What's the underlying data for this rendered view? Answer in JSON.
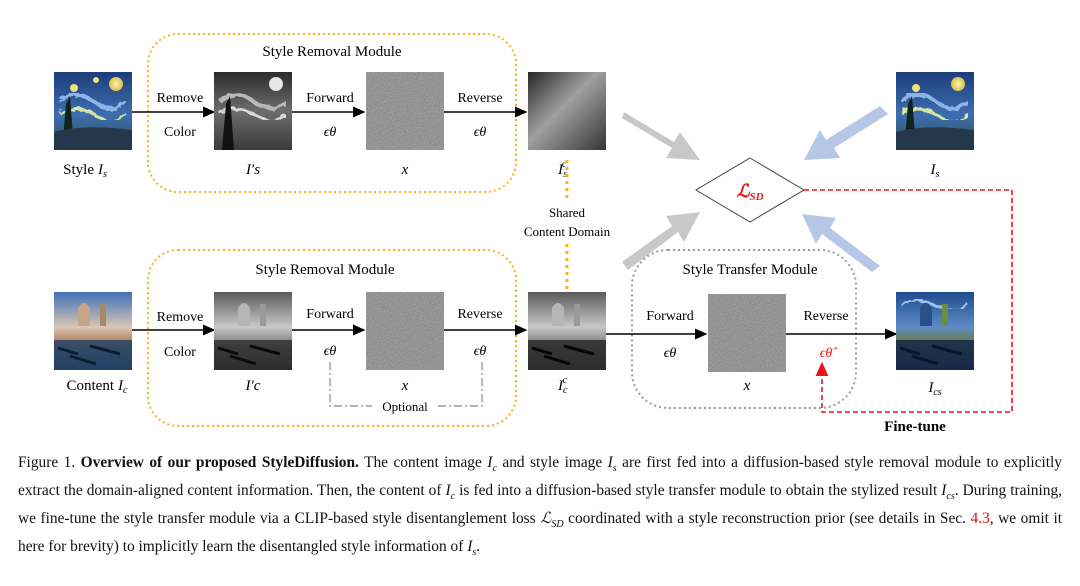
{
  "figure": {
    "top_module_title": "Style Removal Module",
    "bottom_module_title": "Style Removal Module",
    "transfer_module_title": "Style Transfer Module",
    "remove": "Remove",
    "color": "Color",
    "forward": "Forward",
    "reverse": "Reverse",
    "eps_theta": "ϵθ",
    "eps_theta_hat": "ϵθ̂",
    "x": "x",
    "style_label": "Style",
    "style_sym": "I",
    "style_sub": "s",
    "content_label": "Content",
    "content_sym": "I",
    "content_sub": "c",
    "is_prime": "I′s",
    "ic_prime": "I′c",
    "is_c": "Ics",
    "ic_c": "Icc",
    "is_right": "Is",
    "ics": "Ics",
    "shared_line1": "Shared",
    "shared_line2": "Content Domain",
    "optional": "Optional",
    "loss": "ℒSD",
    "finetune": "Fine-tune"
  },
  "caption": {
    "figure_no": "Figure 1.",
    "title": "Overview of our proposed StyleDiffusion.",
    "body_1": "The content image",
    "body_2": "and style image",
    "body_3": "are first fed into a diffusion-based style removal module to explicitly extract the domain-aligned content information. Then, the content of",
    "body_4": "is fed into a diffusion-based style transfer module to obtain the stylized result",
    "body_5": ". During training, we fine-tune the style transfer module via a CLIP-based style disentanglement loss",
    "body_6": "coordinated with a style reconstruction prior (see details in Sec.",
    "ref": "4.3",
    "body_7": ", we omit it here for brevity) to implicitly learn the disentangled style information of",
    "body_8": ".",
    "ic": "Ic",
    "is": "Is",
    "ics": "Ics",
    "lsd": "ℒSD"
  },
  "colors": {
    "dotted_yellow": "#f2b51c",
    "dotted_gray": "#9a9a9a",
    "red_dashed": "#e8161b",
    "gray_arrow": "#c8c8c8",
    "blue_arrow": "#b5c7e6",
    "ref_red": "#d11111"
  }
}
